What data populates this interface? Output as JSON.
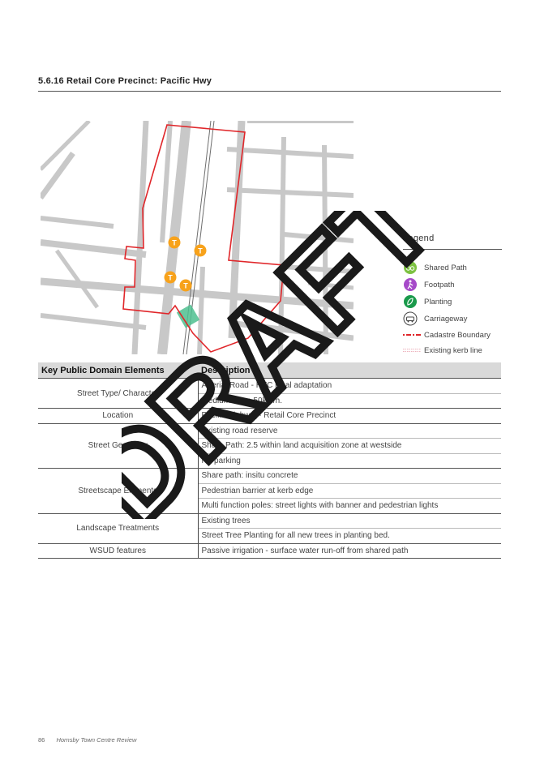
{
  "heading": "5.6.16 Retail Core Precinct: Pacific Hwy",
  "map": {
    "station_marker_letter": "T"
  },
  "legend": {
    "title": "Legend",
    "items": [
      {
        "label": "Shared Path",
        "icon": "shared-path-icon",
        "color": "#7dc242"
      },
      {
        "label": "Footpath",
        "icon": "footpath-icon",
        "color": "#a64ac9"
      },
      {
        "label": "Planting",
        "icon": "planting-icon",
        "color": "#1a9a4b"
      },
      {
        "label": "Carriageway",
        "icon": "carriageway-icon",
        "color": "#444444"
      },
      {
        "label": "Cadastre Boundary",
        "icon": "cadastre-line",
        "color": "#e0262a"
      },
      {
        "label": "Existing kerb line",
        "icon": "kerb-line",
        "color": "#e89aa8"
      }
    ]
  },
  "table": {
    "headers": [
      "Key Public Domain Elements",
      "Description"
    ],
    "groups": [
      {
        "element": "Street Type/ Character",
        "rows": [
          "Arterial Road - HTC local adaptation",
          "Medium Zone 50km/h."
        ]
      },
      {
        "element": "Location",
        "rows": [
          "Pacific Highway- Retail Core Precinct"
        ]
      },
      {
        "element": "Street Geometry",
        "rows": [
          "Existing road reserve",
          "Share Path: 2.5 within land acquisition zone at westside",
          "No parking"
        ]
      },
      {
        "element": "Streetscape Elements",
        "rows": [
          "Share path: insitu concrete",
          "Pedestrian barrier at kerb edge",
          "Multi function poles: street lights with banner and pedestrian lights"
        ]
      },
      {
        "element": "Landscape Treatments",
        "rows": [
          "Existing trees",
          "Street Tree Planting for all new trees in planting bed."
        ]
      },
      {
        "element": "WSUD features",
        "rows": [
          "Passive irrigation - surface water run-off from shared path"
        ]
      }
    ]
  },
  "watermark": "DRAFT",
  "footer": {
    "page": "86",
    "title": "Hornsby Town Centre Review"
  },
  "colors": {
    "accent_red": "#e0262a",
    "station_orange": "#f7a21b",
    "road_grey": "#c8c8c8"
  }
}
